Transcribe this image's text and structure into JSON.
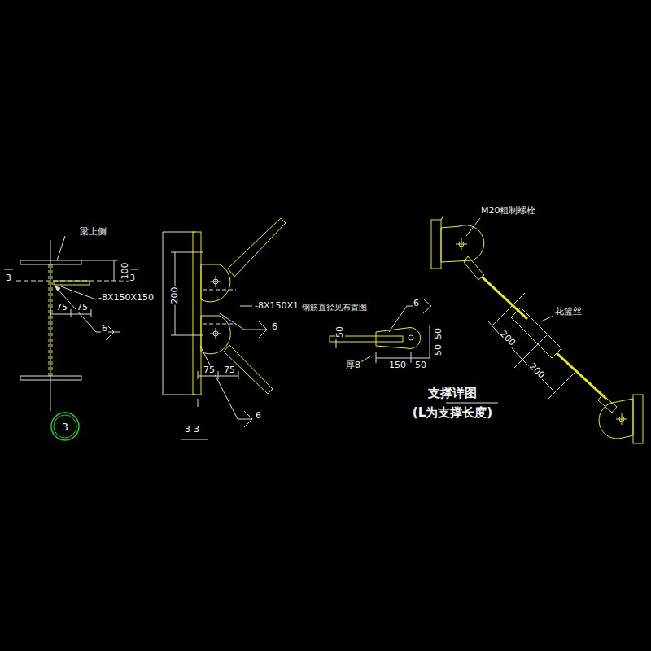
{
  "diagram": {
    "title": "支撑详图",
    "caption": "(L为支撑长度)",
    "nodes": [
      {
        "text": [
          "3"
        ]
      }
    ],
    "labels": [
      "梁上侧",
      "3",
      "3",
      "100",
      "-8X150X150",
      "75",
      "75",
      "6",
      "200",
      "-8X150X1",
      "钢筋直径见布置图",
      "6",
      "75",
      "75",
      "6",
      "3-3",
      "6",
      "50",
      "50",
      "50",
      "厚8",
      "150",
      "50",
      "M20粗制螺栓",
      "花篮丝",
      "200",
      "200"
    ]
  }
}
